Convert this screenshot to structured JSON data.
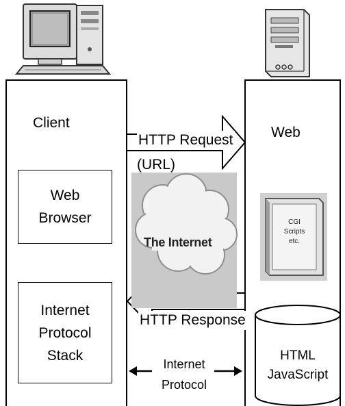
{
  "client": {
    "label": "Client",
    "browser_box": {
      "line1": "Web",
      "line2": "Browser"
    },
    "stack_box": {
      "line1": "Internet",
      "line2": "Protocol",
      "line3": "Stack"
    },
    "icon": "desktop-computer-icon"
  },
  "server": {
    "label": "Web",
    "icon": "server-tower-icon",
    "cgi_icon": "cgi-scripts-book-icon",
    "cgi_text": {
      "line1": "CGI",
      "line2": "Scripts",
      "line3": "etc."
    },
    "db": {
      "line1": "HTML",
      "line2": "JavaScript"
    }
  },
  "internet": {
    "label": "The Internet",
    "icon": "cloud-icon"
  },
  "request": {
    "line1": "HTTP Request",
    "line2": "(URL)"
  },
  "response": {
    "line1": "HTTP Response"
  },
  "protocol": {
    "line1": "Internet",
    "line2": "Protocol"
  },
  "colors": {
    "line": "#000000",
    "cloud_bg": "#c9c9c9",
    "cloud_fill": "#f2f2f2",
    "server_body": "#e6e6e6"
  }
}
